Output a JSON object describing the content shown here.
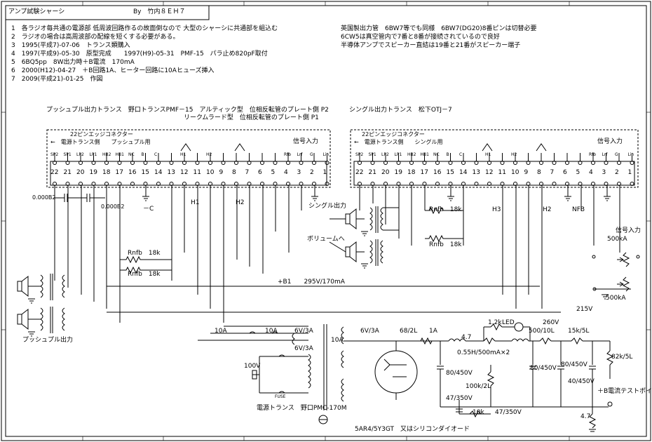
{
  "title": "アンプ試験シャーシ",
  "author": "By　竹内８ＥＨ７",
  "notes": [
    "1　各ラジオ毎共通の電源部 低周波回路作るの故面倒なので 大型のシャーシに共通部を組込む",
    "2　ラジオの場合は高周波部の配線を短くする必要がある。",
    "3　1995(平成7)-07-06　トランス類購入",
    "4　1997(平成9)-05-30　原型完成　　1997(H9)-05-31　PMF-15　パラ止め820pF取付",
    "5　6BQ5pp　8W出力時＋B電流　170mA",
    "6　2000(H12)-04-27　＋B回路1A、ヒーター回路に10Aヒューズ挿入",
    "7　2009(平成21)-01-25　作図"
  ],
  "notes_right": [
    "英国製出力管　6BW7等でも同様　6BW7(DG20)8番ピンは切替必要",
    "6CW5は真空管内で7番と8番が接続されているので良好",
    "半導体アンプでスピーカー直結は19番と21番がスピーカー端子"
  ],
  "left_block": {
    "head1": "プッシュプル出力トランス　野口トランスPMF－15　アルティック型　位相反転管のプレート側 P2",
    "head2": "リークムラード型　位相反転管のプレート側 P1",
    "edge_title": "22ピンエッジコネクター",
    "edge_sub": "←　電源トランス側　　プッシュプル用",
    "signal_in": "信号入力",
    "pins": [
      "22",
      "21",
      "20",
      "19",
      "18",
      "17",
      "16",
      "15",
      "14",
      "13",
      "12",
      "11",
      "10",
      "9",
      "8",
      "7",
      "6",
      "5",
      "4",
      "3",
      "2",
      "1"
    ],
    "pin_tags": [
      "SP2",
      "SP1",
      "LP2",
      "LP1",
      "HB2",
      "HB1",
      "NC",
      "B",
      "C",
      "",
      "H1",
      "",
      "H2",
      "",
      "",
      "",
      "",
      "",
      "Rfb",
      "Lrf",
      "G",
      "Lin"
    ],
    "cap1": "0.000B2",
    "cap2": "0.000B2",
    "label_c": "－C",
    "label_h1": "H1",
    "label_h2": "H2"
  },
  "right_block": {
    "head": "シングル出力トランス　松下OTJ－7",
    "edge_title": "22ピンエッジコネクター",
    "edge_sub": "←　電源トランス側　　シングル用",
    "signal_in": "信号入力",
    "pins": [
      "22",
      "21",
      "20",
      "19",
      "18",
      "17",
      "16",
      "15",
      "14",
      "13",
      "12",
      "11",
      "10",
      "9",
      "8",
      "7",
      "6",
      "5",
      "4",
      "3",
      "2",
      "1"
    ],
    "label_h3": "H3",
    "label_h2": "H2",
    "label_nfb": "NFB",
    "rnfb1": "Rnfb　18k",
    "rnfb2": "Rnfb　18k"
  },
  "labels": {
    "single_out": "シングル出力",
    "volume": "ボリュームへ",
    "signal_in2": "信号入力",
    "pot1": "500kA",
    "pot2": "500kA",
    "rnfb_l1": "Rnfb　18k",
    "rnfb_l2": "Rnfb　18k",
    "b1": "+B1　　295V/170mA",
    "v215": "215V",
    "pp_out": "プッシュプル出力",
    "fuse10a_1": "10A",
    "fuse10a_2": "10A",
    "fuse10a_3": "10A",
    "h6v3a_1": "6V/3A",
    "h6v3a_2": "6V/3A",
    "h6v3a_3": "6V/3A",
    "v100": "100V",
    "fuse": "FUSE",
    "ptrans": "電源トランス　野口PMC-170M",
    "rect": "5AR4/5Y3GT　又はシリコンダイオード",
    "r68": "68/2L",
    "f1a": "1A",
    "r47a": "4.7",
    "r12k": "1.2k",
    "led": "LED",
    "v260": "260V",
    "r500": "500/10L",
    "r15k": "15k/5L",
    "choke": "0.55H/500mA×2",
    "c80a": "80/450V",
    "c80b": "80/450V",
    "c80c": "80/450V",
    "c40": "40/450V",
    "r100k": "100k/2L",
    "r82k": "82k/5L",
    "c47": "47/350V",
    "r10k": "10k",
    "c47b": "47/350V",
    "btest": "＋B電流テストポイント",
    "r47b": "4.7"
  },
  "colors": {
    "line": "#000000",
    "bg": "#ffffff"
  }
}
